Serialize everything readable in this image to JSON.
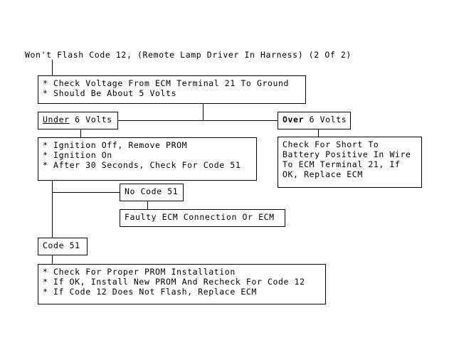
{
  "diagram": {
    "title": "Won't Flash Code 12, (Remote Lamp Driver In Harness) (2 Of 2)",
    "background_color": "#ffffff",
    "line_color": "#000000",
    "text_color": "#000000",
    "nodes": {
      "check_voltage": {
        "id": "check-voltage-box",
        "lines": [
          "* Check Voltage From ECM Terminal 21 To Ground",
          "* Should Be About 5 Volts"
        ],
        "text": "* Check Voltage From ECM Terminal 21 To Ground\n* Should Be About 5 Volts"
      },
      "under_6_volts": {
        "id": "under-6-volts-box",
        "emphasis_word": "Under",
        "emphasis_style": "underline",
        "rest": " 6 Volts",
        "text": "Under 6 Volts"
      },
      "over_6_volts": {
        "id": "over-6-volts-box",
        "emphasis_word": "Over",
        "emphasis_style": "bold",
        "rest": " 6 Volts",
        "text": "Over 6 Volts"
      },
      "ignition_steps": {
        "id": "ignition-steps-box",
        "lines": [
          "* Ignition Off, Remove PROM",
          "* Ignition On",
          "* After 30 Seconds, Check For Code 51"
        ],
        "text": "* Ignition Off, Remove PROM\n* Ignition On\n* After 30 Seconds, Check For Code 51"
      },
      "check_short": {
        "id": "check-short-box",
        "lines": [
          "Check For Short To",
          "Battery Positive In Wire",
          "To ECM Terminal 21, If",
          "OK, Replace ECM"
        ],
        "text": "Check For Short To\nBattery Positive In Wire\nTo ECM Terminal 21, If\nOK, Replace ECM"
      },
      "no_code_51": {
        "id": "no-code-51-box",
        "text": "No Code 51"
      },
      "faulty_ecm": {
        "id": "faulty-ecm-box",
        "text": "Faulty ECM Connection Or ECM"
      },
      "code_51": {
        "id": "code-51-box",
        "text": "Code 51"
      },
      "prom_install": {
        "id": "prom-install-box",
        "lines": [
          "* Check For Proper PROM Installation",
          "* If OK, Install New PROM And Recheck For Code 12",
          "* If Code 12 Does Not Flash, Replace ECM"
        ],
        "text": "* Check For Proper PROM Installation\n* If OK, Install New PROM And Recheck For Code 12\n* If Code 12 Does Not Flash, Replace ECM"
      }
    },
    "edges": [
      "title -> check_voltage",
      "check_voltage -> under_6_volts",
      "check_voltage -> over_6_volts",
      "under_6_volts -> ignition_steps",
      "over_6_volts -> check_short",
      "ignition_steps -> no_code_51",
      "no_code_51 -> faulty_ecm",
      "ignition_steps -> code_51",
      "code_51 -> prom_install"
    ]
  }
}
